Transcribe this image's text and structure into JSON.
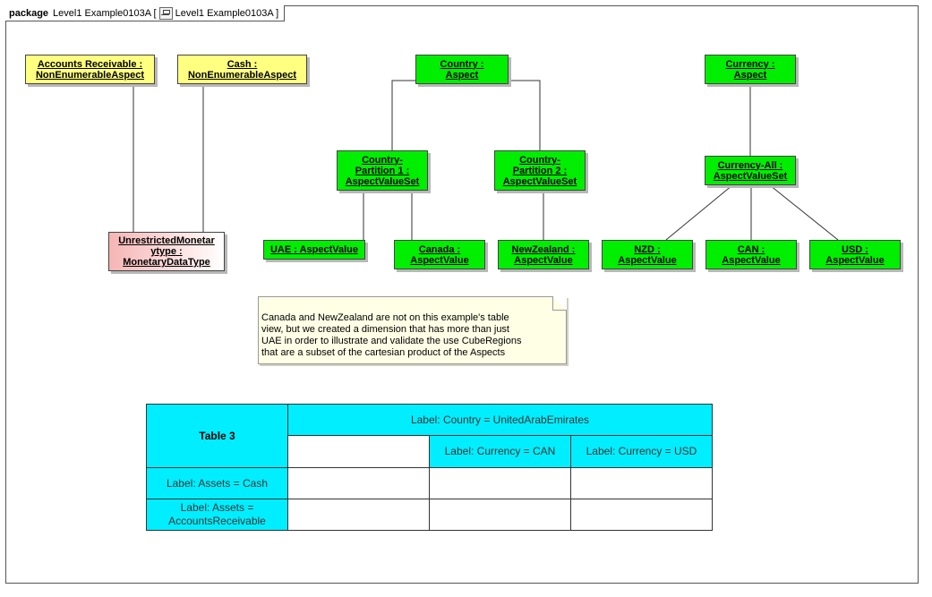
{
  "frame": {
    "kind": "package",
    "name": "Level1 Example0103A [",
    "link_text": "Level1 Example0103A ]"
  },
  "elements": {
    "accounts_receivable": {
      "line1": "Accounts Receivable :",
      "line2": "NonEnumerableAspect"
    },
    "cash": {
      "line1": "Cash :",
      "line2": "NonEnumerableAspect"
    },
    "unrestricted": {
      "line1": "UnrestrictedMonetar",
      "line2": "ytype :",
      "line3": "MonetaryDataType"
    },
    "country": {
      "line1": "Country :",
      "line2": "Aspect"
    },
    "partition1": {
      "line1": "Country-",
      "line2": "Partition 1 :",
      "line3": "AspectValueSet"
    },
    "partition2": {
      "line1": "Country-",
      "line2": "Partition 2 :",
      "line3": "AspectValueSet"
    },
    "uae": {
      "line1": "UAE : AspectValue"
    },
    "canada": {
      "line1": "Canada :",
      "line2": "AspectValue"
    },
    "newzealand": {
      "line1": "NewZealand :",
      "line2": "AspectValue"
    },
    "currency": {
      "line1": "Currency :",
      "line2": "Aspect"
    },
    "currency_all": {
      "line1": "Currency-All :",
      "line2": "AspectValueSet"
    },
    "nzd": {
      "line1": "NZD :",
      "line2": "AspectValue"
    },
    "can": {
      "line1": "CAN :",
      "line2": "AspectValue"
    },
    "usd": {
      "line1": "USD :",
      "line2": "AspectValue"
    }
  },
  "colors": {
    "yellow": "#ffff80",
    "green": "#00ee00",
    "cyan": "#00eeff",
    "pink": "#f5b5b5",
    "note": "#ffffe6"
  },
  "note": {
    "lines": [
      "Canada and NewZealand are not on this example's table",
      "view, but we created a dimension that has more than just",
      "UAE in order to illustrate and validate the use CubeRegions",
      "that are a subset of the cartesian product of the Aspects"
    ]
  },
  "table": {
    "title": "Table 3",
    "country_header": "Label: Country = UnitedArabEmirates",
    "currency_can": "Label: Currency = CAN",
    "currency_usd": "Label: Currency = USD",
    "row1": "Label: Assets = Cash",
    "row2_line1": "Label: Assets =",
    "row2_line2": "AccountsReceivable"
  }
}
